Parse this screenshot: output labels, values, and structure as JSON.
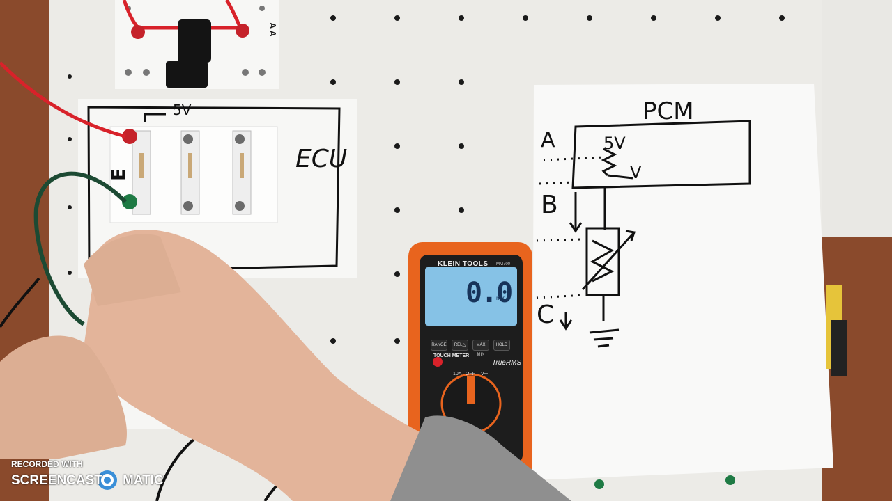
{
  "fuse_board": {
    "label": "AA"
  },
  "ecu_board": {
    "title": "ECU",
    "supply_label": "5V",
    "side_label": "E"
  },
  "whiteboard": {
    "title": "PCM",
    "terminal_a": "A",
    "terminal_b": "B",
    "terminal_c": "C",
    "supply_label": "5V",
    "signal_label": "V"
  },
  "multimeter": {
    "brand": "KLEIN TOOLS",
    "model": "MM700",
    "reading": "0.0",
    "unit": "mV",
    "buttons": [
      "RANGE",
      "REL△",
      "MAX MIN",
      "HOLD"
    ],
    "touch_label": "TOUCH METER",
    "true_rms": "TrueRMS",
    "dial_labels": [
      "10A",
      "OFF",
      "V⎓"
    ]
  },
  "watermark": {
    "recorded_with": "RECORDED WITH",
    "brand_left": "SCREENCAST",
    "brand_right": "MATIC"
  },
  "colors": {
    "pegboard": "#ecebe7",
    "meter_orange": "#e8641e",
    "lcd": "#86c2e6",
    "wall": "#8a4a2c"
  }
}
